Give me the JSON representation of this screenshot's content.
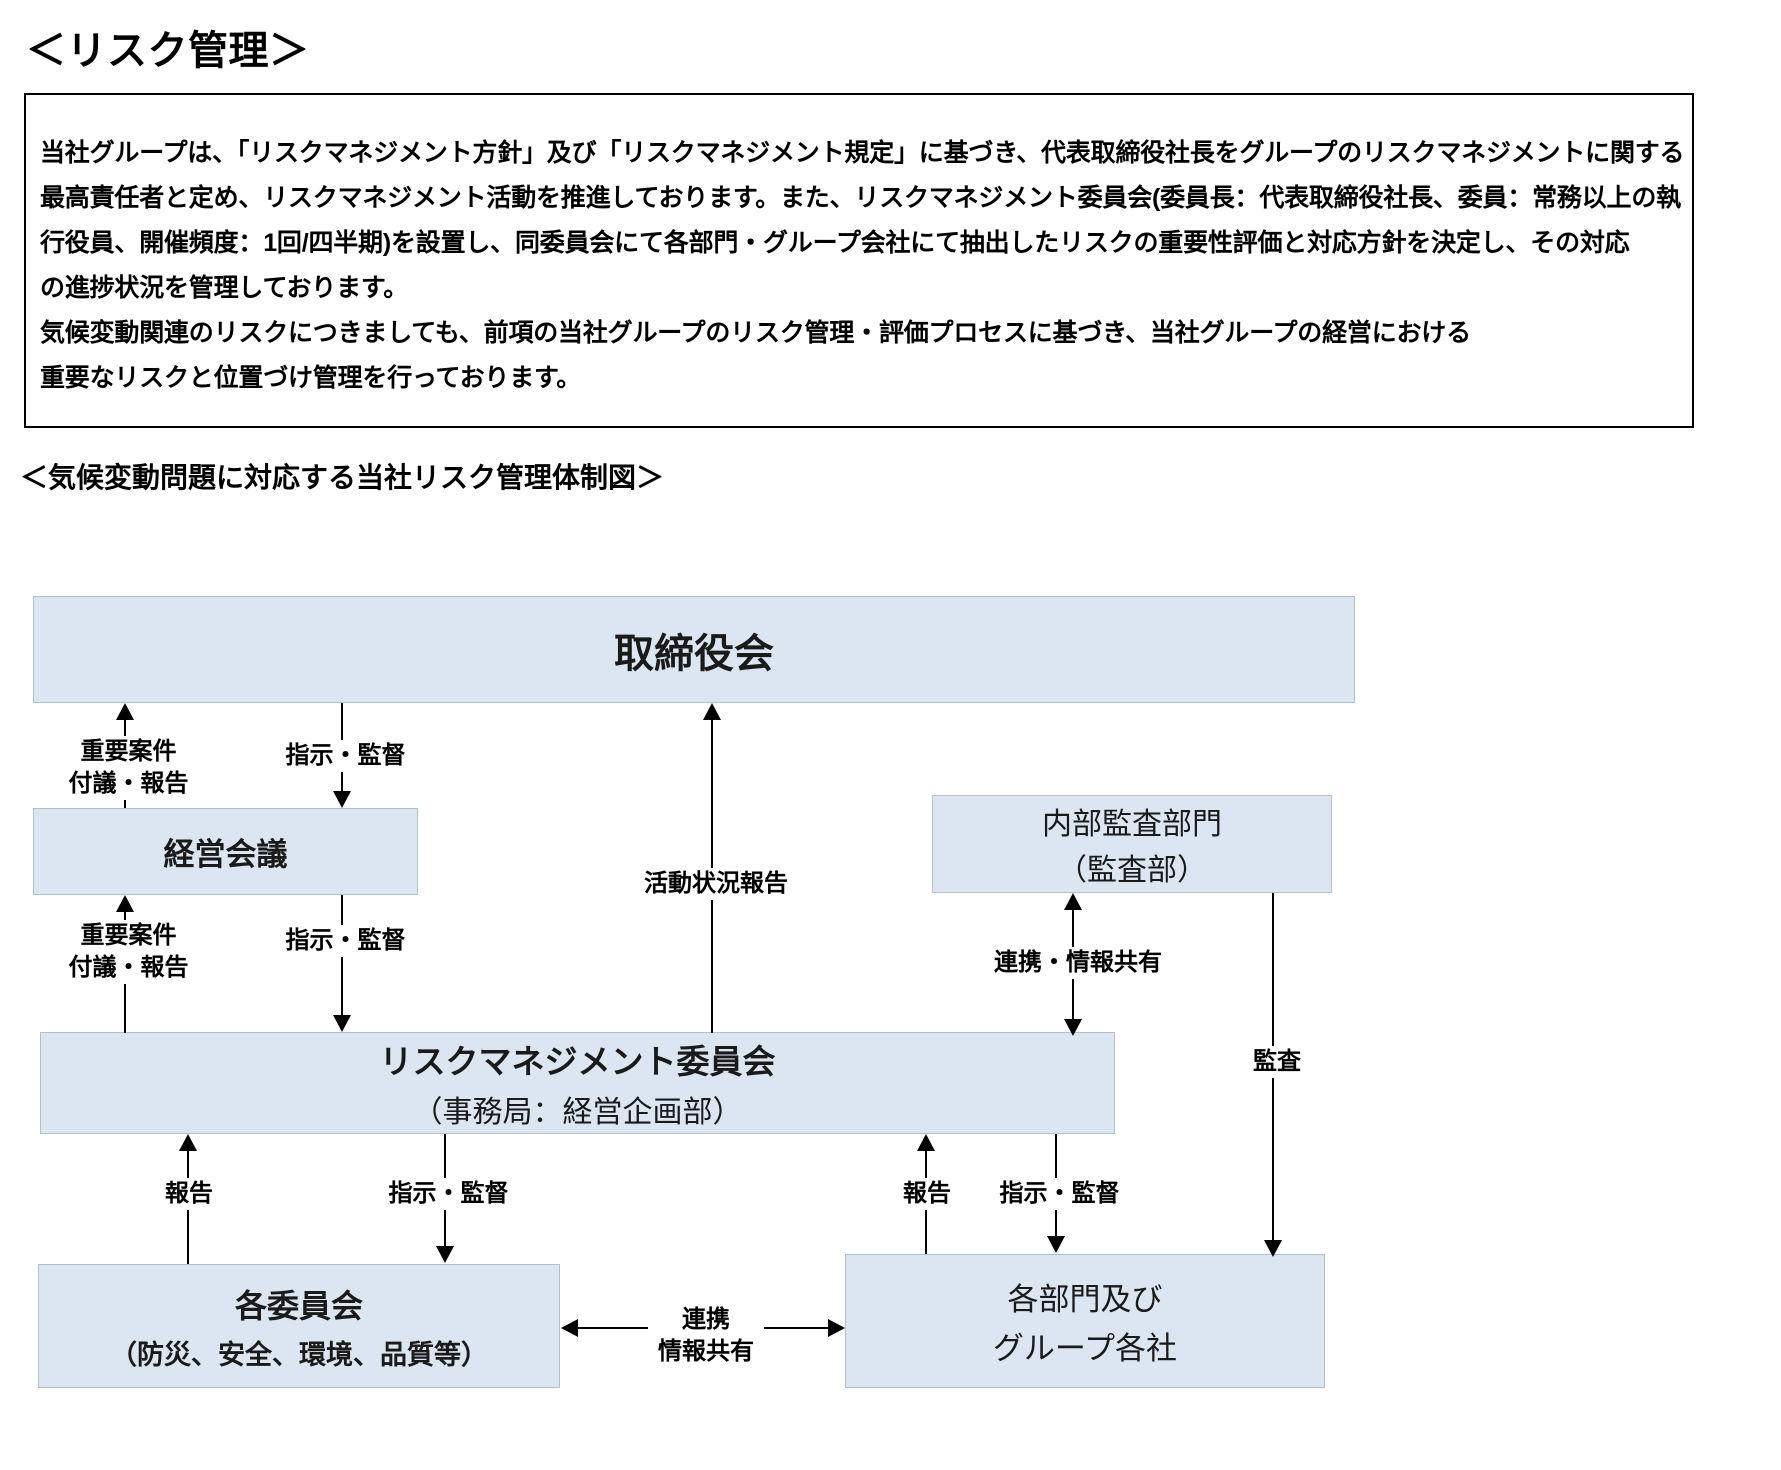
{
  "page_title": "＜リスク管理＞",
  "description": {
    "lines": [
      "当社グループは、「リスクマネジメント方針」及び「リスクマネジメント規定」に基づき、代表取締役社長をグループのリスクマネジメントに関する",
      "最高責任者と定め、リスクマネジメント活動を推進しております。また、リスクマネジメント委員会(委員長：代表取締役社長、委員：常務以上の執",
      "行役員、開催頻度：1回/四半期)を設置し、同委員会にて各部門・グループ会社にて抽出したリスクの重要性評価と対応方針を決定し、その対応",
      "の進捗状況を管理しております。",
      "気候変動関連のリスクにつきましても、前項の当社グループのリスク管理・評価プロセスに基づき、当社グループの経営における",
      "重要なリスクと位置づけ管理を行っております。"
    ]
  },
  "diagram": {
    "caption": "＜気候変動問題に対応する当社リスク管理体制図＞",
    "node_fill": "#dce6f2",
    "node_border": "#b6bec9",
    "nodes": {
      "board": {
        "line1": "取締役会"
      },
      "management_meeting": {
        "line1": "経営会議"
      },
      "internal_audit": {
        "line1": "内部監査部門",
        "line2": "（監査部）"
      },
      "risk_management_committee": {
        "line1": "リスクマネジメント委員会",
        "line2": "（事務局：経営企画部）"
      },
      "committees": {
        "line1": "各委員会",
        "line2": "（防災、安全、環境、品質等）"
      },
      "divisions": {
        "line1": "各部門及び",
        "line2": "グループ各社"
      }
    },
    "edges": {
      "board_up_1": {
        "line1": "重要案件",
        "line2": "付議・報告"
      },
      "board_down_1": {
        "line1": "指示・監督"
      },
      "activity_report": {
        "line1": "活動状況報告"
      },
      "audit_share": {
        "line1": "連携・情報共有"
      },
      "mgmt_up_2": {
        "line1": "重要案件",
        "line2": "付議・報告"
      },
      "mgmt_down_2": {
        "line1": "指示・監督"
      },
      "audit_arrow": {
        "line1": "監査"
      },
      "committee_report": {
        "line1": "報告"
      },
      "committee_direct": {
        "line1": "指示・監督"
      },
      "division_report": {
        "line1": "報告"
      },
      "division_direct": {
        "line1": "指示・監督"
      },
      "horizontal_share": {
        "line1": "連携",
        "line2": "情報共有"
      }
    }
  }
}
